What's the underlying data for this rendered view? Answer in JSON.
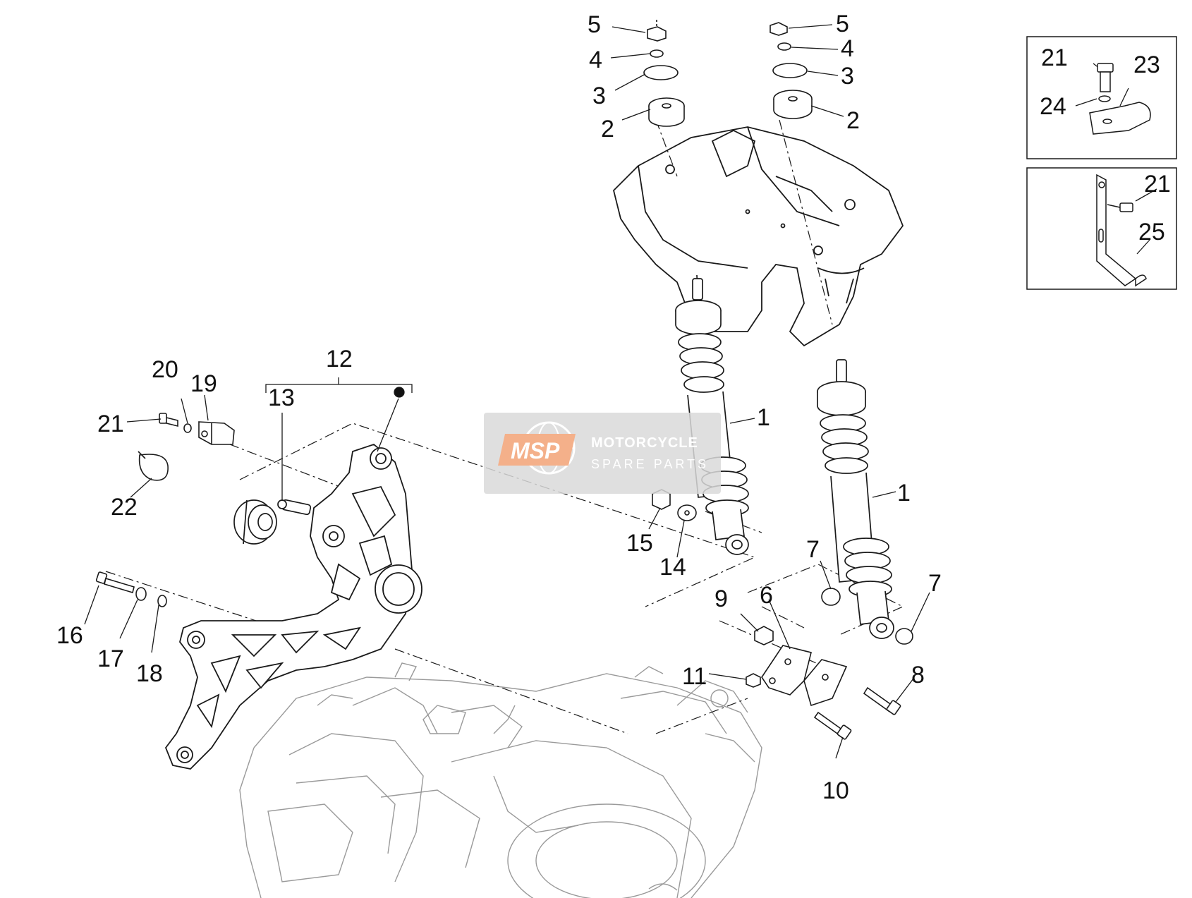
{
  "watermark": {
    "logo": "MSP",
    "title": "MOTORCYCLE",
    "subtitle": "SPARE PARTS"
  },
  "callouts": {
    "c1a": "1",
    "c1b": "1",
    "c2a": "2",
    "c2b": "2",
    "c3a": "3",
    "c3b": "3",
    "c4a": "4",
    "c4b": "4",
    "c5a": "5",
    "c5b": "5",
    "c6": "6",
    "c7a": "7",
    "c7b": "7",
    "c8": "8",
    "c9": "9",
    "c10": "10",
    "c11": "11",
    "c12": "12",
    "c13": "13",
    "c14": "14",
    "c15": "15",
    "c16": "16",
    "c17": "17",
    "c18": "18",
    "c19": "19",
    "c20": "20",
    "c21a": "21",
    "c21b": "21",
    "c21c": "21",
    "c22": "22",
    "c23": "23",
    "c24": "24",
    "c25": "25"
  },
  "colors": {
    "line": "#1a1a1a",
    "engine_line": "#9a9a9a",
    "watermark_bg": "#d9d9d9",
    "watermark_accent": "#f4b08a"
  }
}
